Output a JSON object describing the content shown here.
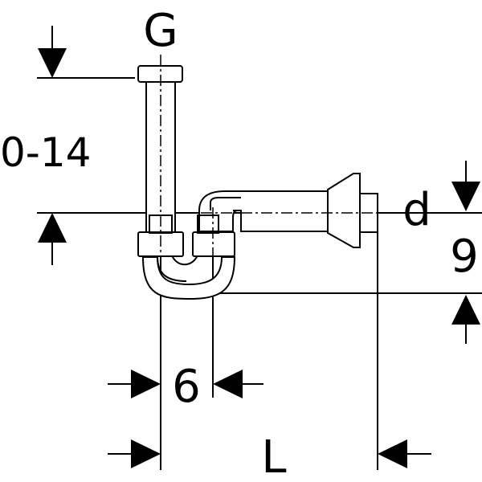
{
  "labels": {
    "connection_thread": "G",
    "height_range": "0-14",
    "outlet_diameter": "d",
    "trap_offset": "9",
    "pipe_spacing": "6",
    "length": "L"
  }
}
